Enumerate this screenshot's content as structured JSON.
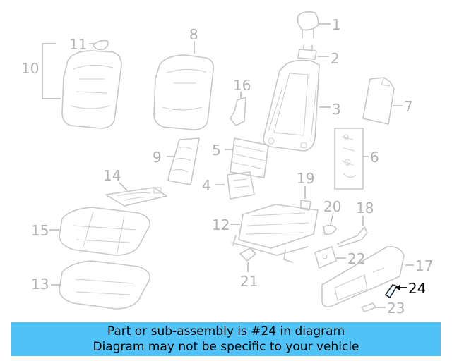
{
  "diagram": {
    "callouts": {
      "c1": "1",
      "c2": "2",
      "c3": "3",
      "c4": "4",
      "c5": "5",
      "c6": "6",
      "c7": "7",
      "c8": "8",
      "c9": "9",
      "c10": "10",
      "c11": "11",
      "c12": "12",
      "c13": "13",
      "c14": "14",
      "c15": "15",
      "c16": "16",
      "c17": "17",
      "c18": "18",
      "c19": "19",
      "c20": "20",
      "c21": "21",
      "c22": "22",
      "c23": "23",
      "c24": "24"
    },
    "highlighted_part": "24",
    "colors": {
      "line": "#c8c8c8",
      "highlight": "#000000",
      "banner": "#4fc3f7"
    }
  },
  "banner": {
    "line1": "Part or sub-assembly is #24 in diagram",
    "line2": "Diagram may not be specific to your vehicle"
  }
}
